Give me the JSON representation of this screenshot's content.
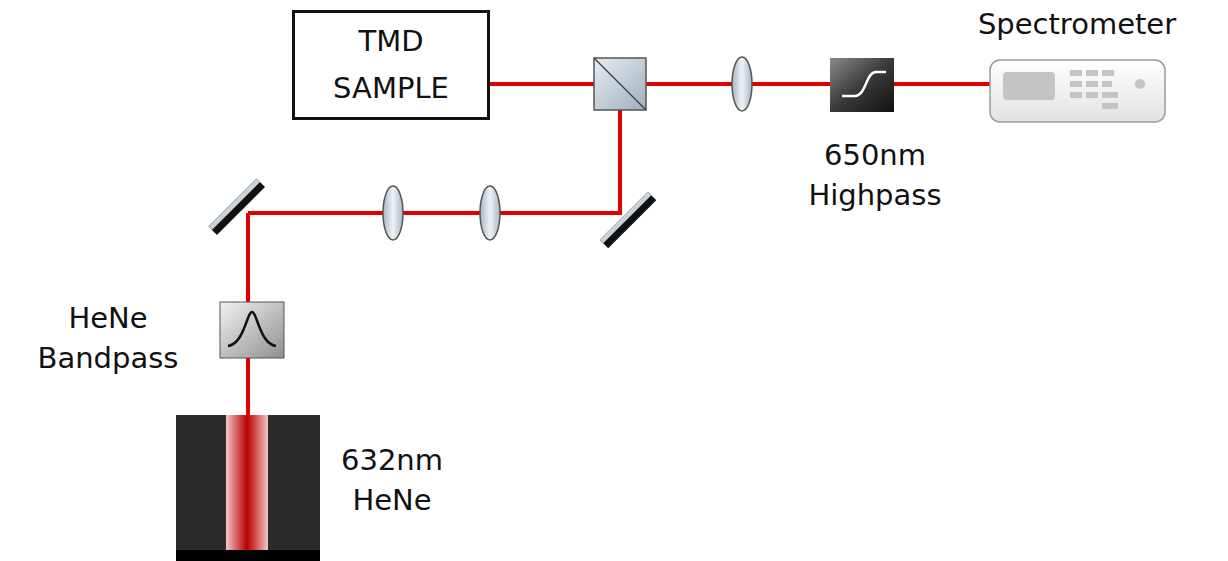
{
  "diagram": {
    "nodes": [
      {
        "text": [
          "TMD SAMPLE"
        ]
      }
    ],
    "edges": [],
    "labels": [
      "Spectrometer",
      "650nm Highpass",
      "HeNe Bandpass",
      "632nm HeNe"
    ]
  }
}
